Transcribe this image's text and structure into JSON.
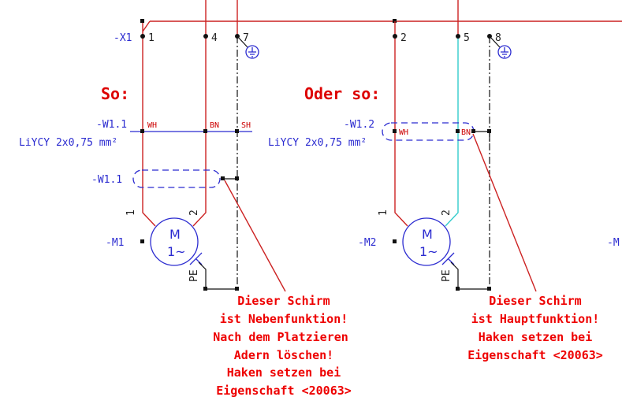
{
  "terminals": {
    "x1": "-X1",
    "p1": "1",
    "p4": "4",
    "p7": "7",
    "p2": "2",
    "p5": "5",
    "p8": "8"
  },
  "left": {
    "heading": "So:",
    "cable": "-W1.1",
    "cable_type": "LiYCY 2x0,75 mm²",
    "shield": "-W1.1",
    "wh": "WH",
    "bn": "BN",
    "sh": "SH",
    "motor": "-M1",
    "motor_m": "M",
    "motor_phase": "1~",
    "pin1": "1",
    "pin2": "2",
    "pe": "PE",
    "note": [
      "Dieser Schirm",
      "ist Nebenfunktion!",
      "Nach dem Platzieren",
      "Adern löschen!",
      "Haken setzen bei",
      "Eigenschaft <20063>"
    ]
  },
  "right": {
    "heading": "Oder so:",
    "cable": "-W1.2",
    "cable_type": "LiYCY 2x0,75 mm²",
    "wh": "WH",
    "bn": "BN",
    "motor": "-M2",
    "motor_m": "M",
    "motor_phase": "1~",
    "pin1": "1",
    "pin2": "2",
    "pe": "PE",
    "note": [
      "Dieser Schirm",
      "ist Hauptfunktion!",
      "Haken setzen bei",
      "Eigenschaft <20063>"
    ]
  },
  "edge_label": "-M"
}
